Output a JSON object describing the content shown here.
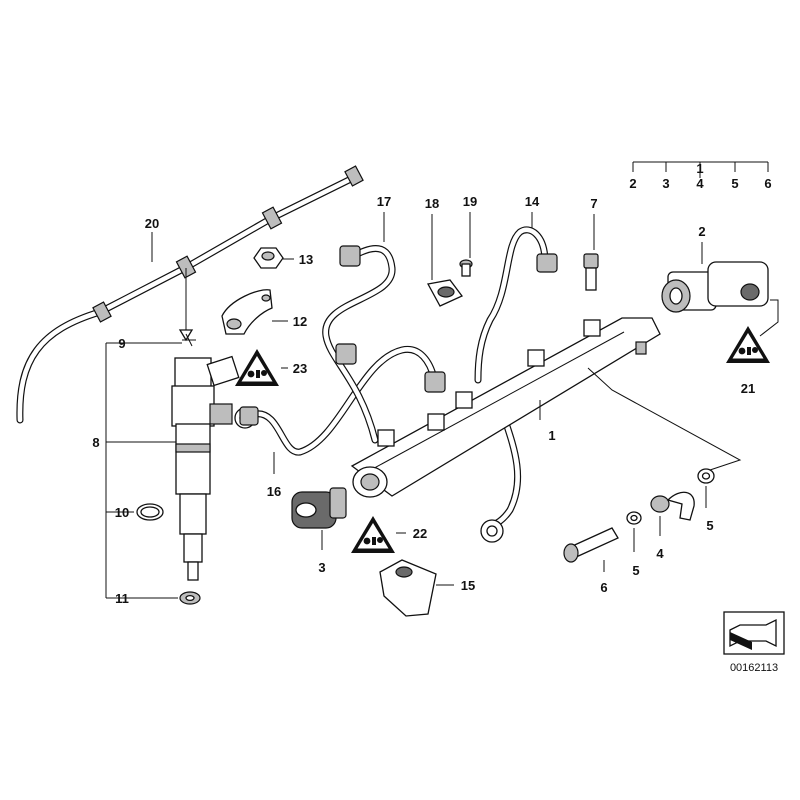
{
  "diagram": {
    "part_labels": {
      "p1_top": "1",
      "p1_rail": "1",
      "p2": "2",
      "p3": "3",
      "p4": "4",
      "p5a": "5",
      "p5b": "5",
      "p6": "6",
      "p7": "7",
      "p8": "8",
      "p9": "9",
      "p10": "10",
      "p11": "11",
      "p12": "12",
      "p13": "13",
      "p14": "14",
      "p15": "15",
      "p16": "16",
      "p17": "17",
      "p18": "18",
      "p19": "19",
      "p20": "20",
      "p21": "21",
      "p22": "22",
      "p23": "23"
    },
    "set_breakdown": [
      "2",
      "3",
      "4",
      "5",
      "6"
    ],
    "drawing_number": "00162113"
  }
}
